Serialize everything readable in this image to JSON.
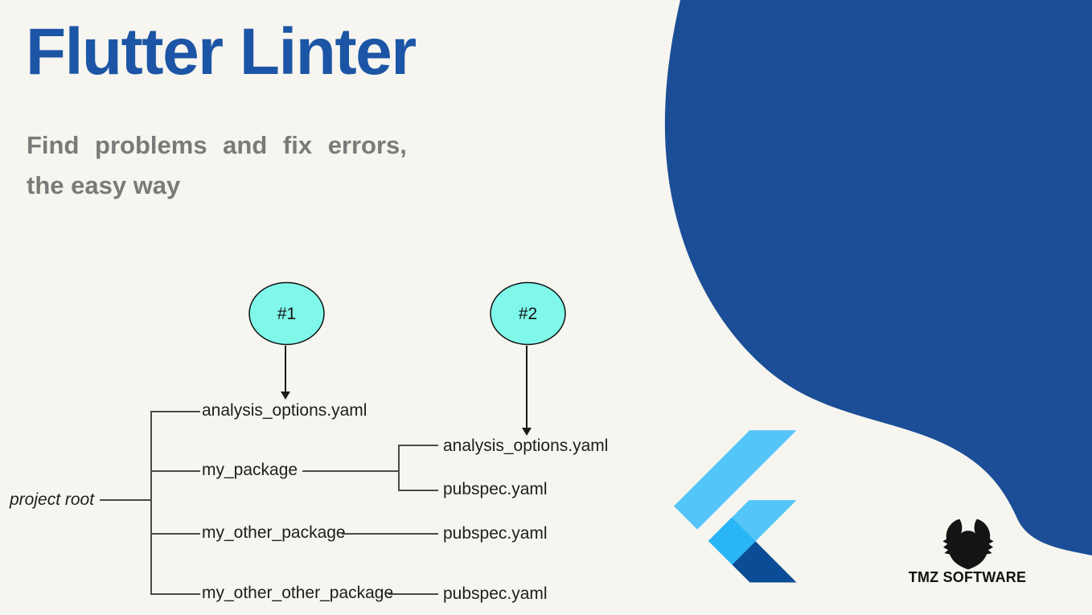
{
  "header": {
    "title": "Flutter Linter",
    "subtitle_line1": "Find problems and fix errors,",
    "subtitle_line2": "the easy way"
  },
  "diagram": {
    "badges": [
      {
        "label": "#1",
        "points_to": "analysis_options.yaml (project root)"
      },
      {
        "label": "#2",
        "points_to": "analysis_options.yaml (my_package)"
      }
    ],
    "root_label": "project root",
    "nodes": {
      "root_file": "analysis_options.yaml",
      "pkg1": "my_package",
      "pkg1_file1": "analysis_options.yaml",
      "pkg1_file2": "pubspec.yaml",
      "pkg2": "my_other_package",
      "pkg2_file1": "pubspec.yaml",
      "pkg3": "my_other_other_package",
      "pkg3_file1": "pubspec.yaml"
    }
  },
  "branding": {
    "company": "TMZ SOFTWARE"
  },
  "colors": {
    "background": "#f6f5ef",
    "title_blue": "#1c55a5",
    "subtitle_gray": "#7a7a7a",
    "blob_navy": "#1b4e96",
    "badge_fill": "#7ff8e9",
    "badge_stroke": "#111111",
    "flutter_light": "#54c5f8",
    "flutter_mid": "#29b6f6",
    "flutter_dark": "#0a4c95",
    "tree_line": "#4a4a4a",
    "tree_text": "#1d1d1d",
    "logo_black": "#141414"
  }
}
